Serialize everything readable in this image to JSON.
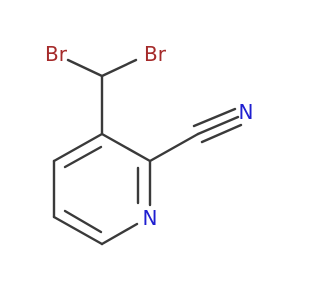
{
  "molecule": {
    "atoms": {
      "br_left": {
        "symbol": "Br"
      },
      "br_right": {
        "symbol": "Br"
      },
      "n_nitrile": {
        "symbol": "N"
      },
      "n_ring": {
        "symbol": "N"
      }
    }
  },
  "colors": {
    "bond": "#3a3a3a",
    "bromine": "#a52a2a",
    "nitrogen": "#1f1fd0"
  }
}
